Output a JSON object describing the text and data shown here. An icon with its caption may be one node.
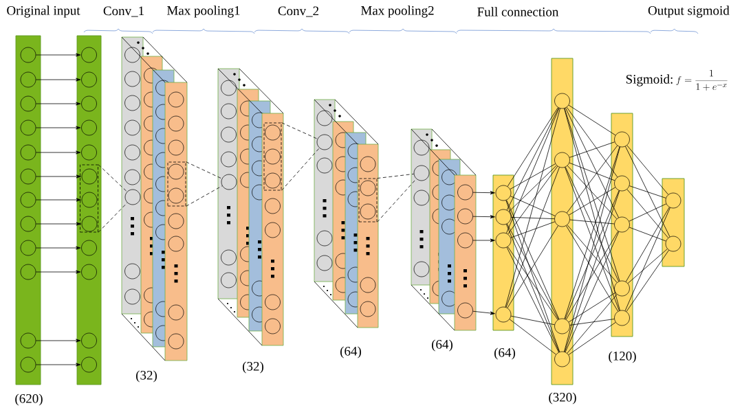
{
  "diagram": {
    "nodes": [
      {
        "text": [],
        "shape": "bar",
        "beside": [
          "(620)"
        ]
      },
      {
        "text": [],
        "shape": "circle",
        "in": 0
      },
      {
        "text": [],
        "shape": "circle",
        "in": 0
      },
      {
        "text": [],
        "shape": "circle",
        "in": 0
      },
      {
        "text": [],
        "shape": "circle",
        "in": 0
      },
      {
        "text": [],
        "shape": "circle",
        "in": 0
      },
      {
        "text": [],
        "shape": "circle",
        "in": 0
      },
      {
        "text": [],
        "shape": "circle",
        "in": 0
      },
      {
        "text": [],
        "shape": "circle",
        "in": 0
      },
      {
        "text": [],
        "shape": "circle",
        "in": 0
      },
      {
        "text": [],
        "shape": "circle",
        "in": 0
      },
      {
        "text": [],
        "shape": "circle",
        "in": 0
      },
      {
        "text": [],
        "shape": "circle",
        "in": 0
      },
      {
        "text": [],
        "shape": "bar"
      },
      {
        "text": [],
        "shape": "circle",
        "in": 13
      },
      {
        "text": [],
        "shape": "circle",
        "in": 13
      },
      {
        "text": [],
        "shape": "circle",
        "in": 13
      },
      {
        "text": [],
        "shape": "circle",
        "in": 13
      },
      {
        "text": [],
        "shape": "circle",
        "in": 13
      },
      {
        "text": [],
        "shape": "box",
        "in": 13
      },
      {
        "text": [],
        "shape": "circle",
        "in": 19
      },
      {
        "text": [],
        "shape": "circle",
        "in": 19
      },
      {
        "text": [],
        "shape": "circle",
        "in": 19
      },
      {
        "text": [],
        "shape": "circle",
        "in": 13
      },
      {
        "text": [],
        "shape": "circle",
        "in": 13
      },
      {
        "text": [],
        "shape": "circle",
        "in": 13
      },
      {
        "text": [],
        "shape": "circle",
        "in": 13
      },
      {
        "text": [],
        "shape": "circle"
      },
      {
        "text": [],
        "shape": "box"
      },
      {
        "text": [],
        "shape": "circle"
      },
      {
        "text": [],
        "shape": "box"
      },
      {
        "text": [],
        "shape": "circle"
      },
      {
        "text": [],
        "shape": "box"
      },
      {
        "text": [],
        "shape": "circle"
      },
      {
        "text": [],
        "shape": "circle"
      },
      {
        "text": [],
        "shape": "circle"
      },
      {
        "text": [],
        "shape": "circle"
      },
      {
        "text": [],
        "shape": "circle"
      },
      {
        "text": [],
        "shape": "bar",
        "beside": [
          "(64)"
        ]
      },
      {
        "text": [],
        "shape": "circle",
        "in": 38
      },
      {
        "text": [],
        "shape": "circle",
        "in": 38
      },
      {
        "text": [],
        "shape": "circle",
        "in": 38
      },
      {
        "text": [],
        "shape": "circle",
        "in": 38
      },
      {
        "text": [],
        "shape": "bar",
        "beside": [
          "(320)"
        ]
      },
      {
        "text": [],
        "shape": "circle",
        "in": 43
      },
      {
        "text": [],
        "shape": "circle",
        "in": 43
      },
      {
        "text": [],
        "shape": "circle",
        "in": 43
      },
      {
        "text": [],
        "shape": "circle",
        "in": 43
      },
      {
        "text": [],
        "shape": "circle",
        "in": 43
      },
      {
        "text": [],
        "shape": "bar",
        "beside": [
          "(120)"
        ]
      },
      {
        "text": [],
        "shape": "circle",
        "in": 49
      },
      {
        "text": [],
        "shape": "circle",
        "in": 49
      },
      {
        "text": [],
        "shape": "circle",
        "in": 49
      },
      {
        "text": [],
        "shape": "circle",
        "in": 49
      },
      {
        "text": [],
        "shape": "circle",
        "in": 49
      },
      {
        "text": [],
        "shape": "bar"
      },
      {
        "text": [],
        "shape": "circle",
        "in": 55
      },
      {
        "text": [],
        "shape": "circle",
        "in": 55
      }
    ],
    "edges": [
      {
        "from": 1,
        "to": 14,
        "arrow": "to"
      },
      {
        "from": 2,
        "to": 15,
        "arrow": "to"
      },
      {
        "from": 3,
        "to": 16,
        "arrow": "to"
      },
      {
        "from": 4,
        "to": 17,
        "arrow": "to"
      },
      {
        "from": 5,
        "to": 18,
        "arrow": "to"
      },
      {
        "from": 6,
        "to": 20,
        "arrow": "to"
      },
      {
        "from": 7,
        "to": 21,
        "arrow": "to"
      },
      {
        "from": 8,
        "to": 22,
        "arrow": "to"
      },
      {
        "from": 9,
        "to": 23,
        "arrow": "to"
      },
      {
        "from": 10,
        "to": 24,
        "arrow": "to"
      },
      {
        "from": 11,
        "to": 25,
        "arrow": "to"
      },
      {
        "from": 12,
        "to": 26,
        "arrow": "to"
      },
      {
        "from": 19,
        "to": 27,
        "arrow": "none",
        "style": "dashed"
      },
      {
        "from": 19,
        "to": 27,
        "arrow": "none",
        "style": "dashed"
      },
      {
        "from": 28,
        "to": 29,
        "arrow": "none",
        "style": "dashed"
      },
      {
        "from": 28,
        "to": 29,
        "arrow": "none",
        "style": "dashed"
      },
      {
        "from": 30,
        "to": 31,
        "arrow": "none",
        "style": "dashed"
      },
      {
        "from": 30,
        "to": 31,
        "arrow": "none",
        "style": "dashed"
      },
      {
        "from": 32,
        "to": 33,
        "arrow": "none",
        "style": "dashed"
      },
      {
        "from": 32,
        "to": 33,
        "arrow": "none",
        "style": "dashed"
      },
      {
        "from": 34,
        "to": 39,
        "arrow": "to"
      },
      {
        "from": 35,
        "to": 40,
        "arrow": "to"
      },
      {
        "from": 36,
        "to": 41,
        "arrow": "to"
      },
      {
        "from": 37,
        "to": 42,
        "arrow": "to"
      },
      {
        "from": 39,
        "to": 44,
        "arrow": "none"
      },
      {
        "from": 39,
        "to": 45,
        "arrow": "none"
      },
      {
        "from": 39,
        "to": 46,
        "arrow": "none"
      },
      {
        "from": 39,
        "to": 47,
        "arrow": "none"
      },
      {
        "from": 39,
        "to": 48,
        "arrow": "none"
      },
      {
        "from": 40,
        "to": 44,
        "arrow": "none"
      },
      {
        "from": 40,
        "to": 45,
        "arrow": "none"
      },
      {
        "from": 40,
        "to": 46,
        "arrow": "none"
      },
      {
        "from": 40,
        "to": 47,
        "arrow": "none"
      },
      {
        "from": 40,
        "to": 48,
        "arrow": "none"
      },
      {
        "from": 41,
        "to": 44,
        "arrow": "none"
      },
      {
        "from": 41,
        "to": 45,
        "arrow": "none"
      },
      {
        "from": 41,
        "to": 46,
        "arrow": "none"
      },
      {
        "from": 41,
        "to": 47,
        "arrow": "none"
      },
      {
        "from": 41,
        "to": 48,
        "arrow": "none"
      },
      {
        "from": 42,
        "to": 44,
        "arrow": "none"
      },
      {
        "from": 42,
        "to": 45,
        "arrow": "none"
      },
      {
        "from": 42,
        "to": 46,
        "arrow": "none"
      },
      {
        "from": 42,
        "to": 47,
        "arrow": "none"
      },
      {
        "from": 42,
        "to": 48,
        "arrow": "none"
      },
      {
        "from": 44,
        "to": 50,
        "arrow": "none"
      },
      {
        "from": 44,
        "to": 51,
        "arrow": "none"
      },
      {
        "from": 44,
        "to": 52,
        "arrow": "none"
      },
      {
        "from": 44,
        "to": 53,
        "arrow": "none"
      },
      {
        "from": 44,
        "to": 54,
        "arrow": "none"
      },
      {
        "from": 45,
        "to": 50,
        "arrow": "none"
      },
      {
        "from": 45,
        "to": 51,
        "arrow": "none"
      },
      {
        "from": 45,
        "to": 52,
        "arrow": "none"
      },
      {
        "from": 45,
        "to": 53,
        "arrow": "none"
      },
      {
        "from": 45,
        "to": 54,
        "arrow": "none"
      },
      {
        "from": 46,
        "to": 50,
        "arrow": "none"
      },
      {
        "from": 46,
        "to": 51,
        "arrow": "none"
      },
      {
        "from": 46,
        "to": 52,
        "arrow": "none"
      },
      {
        "from": 46,
        "to": 53,
        "arrow": "none"
      },
      {
        "from": 46,
        "to": 54,
        "arrow": "none"
      },
      {
        "from": 47,
        "to": 50,
        "arrow": "none"
      },
      {
        "from": 47,
        "to": 51,
        "arrow": "none"
      },
      {
        "from": 47,
        "to": 52,
        "arrow": "none"
      },
      {
        "from": 47,
        "to": 53,
        "arrow": "none"
      },
      {
        "from": 47,
        "to": 54,
        "arrow": "none"
      },
      {
        "from": 48,
        "to": 50,
        "arrow": "none"
      },
      {
        "from": 48,
        "to": 51,
        "arrow": "none"
      },
      {
        "from": 48,
        "to": 52,
        "arrow": "none"
      },
      {
        "from": 48,
        "to": 53,
        "arrow": "none"
      },
      {
        "from": 48,
        "to": 54,
        "arrow": "none"
      },
      {
        "from": 50,
        "to": 56,
        "arrow": "none"
      },
      {
        "from": 50,
        "to": 57,
        "arrow": "none"
      },
      {
        "from": 51,
        "to": 56,
        "arrow": "none"
      },
      {
        "from": 51,
        "to": 57,
        "arrow": "none"
      },
      {
        "from": 52,
        "to": 56,
        "arrow": "none"
      },
      {
        "from": 52,
        "to": 57,
        "arrow": "none"
      },
      {
        "from": 53,
        "to": 56,
        "arrow": "none"
      },
      {
        "from": 53,
        "to": 57,
        "arrow": "none"
      },
      {
        "from": 54,
        "to": 56,
        "arrow": "none"
      },
      {
        "from": 54,
        "to": 57,
        "arrow": "none"
      }
    ],
    "labels": [
      "Original input",
      "Conv_1",
      "Max pooling1",
      "Conv_2",
      "Max pooling2",
      "Full connection",
      "Output sigmoid",
      "(32)",
      "(32)",
      "(64)",
      "(64)",
      "Sigmoid:",
      "f=\\frac{1}{1+e^{-x}}"
    ]
  }
}
